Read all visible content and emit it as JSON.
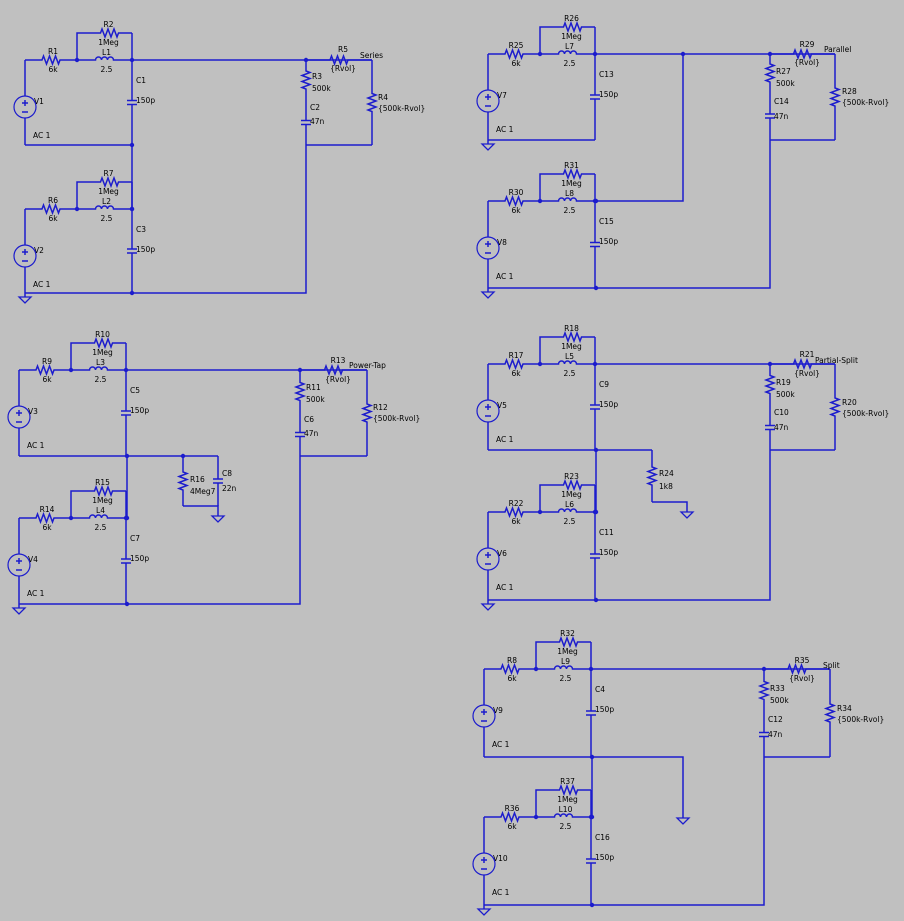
{
  "schematic": {
    "circuits": [
      {
        "name": "Series",
        "src_top": {
          "v": "V1",
          "r": "R1",
          "rv": "6k",
          "rp": "R2",
          "rpv": "1Meg",
          "l": "L1",
          "lv": "2.5",
          "c": "C1",
          "cv": "150p"
        },
        "src_bot": {
          "v": "V2",
          "r": "R6",
          "rv": "6k",
          "rp": "R7",
          "rpv": "1Meg",
          "l": "L2",
          "lv": "2.5",
          "c": "C3",
          "cv": "150p"
        },
        "ac": "AC 1",
        "pot": {
          "ra": "R5",
          "rav": "{Rvol}",
          "rb": "R4",
          "rbv": "{500k-Rvol}"
        },
        "tone": {
          "r": "R3",
          "rv": "500k",
          "c": "C2",
          "cv": "47n"
        }
      },
      {
        "name": "Parallel",
        "src_top": {
          "v": "V7",
          "r": "R25",
          "rv": "6k",
          "rp": "R26",
          "rpv": "1Meg",
          "l": "L7",
          "lv": "2.5",
          "c": "C13",
          "cv": "150p"
        },
        "src_bot": {
          "v": "V8",
          "r": "R30",
          "rv": "6k",
          "rp": "R31",
          "rpv": "1Meg",
          "l": "L8",
          "lv": "2.5",
          "c": "C15",
          "cv": "150p"
        },
        "ac": "AC 1",
        "pot": {
          "ra": "R29",
          "rav": "{Rvol}",
          "rb": "R28",
          "rbv": "{500k-Rvol}"
        },
        "tone": {
          "r": "R27",
          "rv": "500k",
          "c": "C14",
          "cv": "47n"
        }
      },
      {
        "name": "Power-Tap",
        "src_top": {
          "v": "V3",
          "r": "R9",
          "rv": "6k",
          "rp": "R10",
          "rpv": "1Meg",
          "l": "L3",
          "lv": "2.5",
          "c": "C5",
          "cv": "150p"
        },
        "src_bot": {
          "v": "V4",
          "r": "R14",
          "rv": "6k",
          "rp": "R15",
          "rpv": "1Meg",
          "l": "L4",
          "lv": "2.5",
          "c": "C7",
          "cv": "150p"
        },
        "ac": "AC 1",
        "pot": {
          "ra": "R13",
          "rav": "{Rvol}",
          "rb": "R12",
          "rbv": "{500k-Rvol}"
        },
        "tone": {
          "r": "R11",
          "rv": "500k",
          "c": "C6",
          "cv": "47n"
        },
        "tap": {
          "r": "R16",
          "rv": "4Meg7",
          "c": "C8",
          "cv": "22n"
        }
      },
      {
        "name": "Partial-Split",
        "src_top": {
          "v": "V5",
          "r": "R17",
          "rv": "6k",
          "rp": "R18",
          "rpv": "1Meg",
          "l": "L5",
          "lv": "2.5",
          "c": "C9",
          "cv": "150p"
        },
        "src_bot": {
          "v": "V6",
          "r": "R22",
          "rv": "6k",
          "rp": "R23",
          "rpv": "1Meg",
          "l": "L6",
          "lv": "2.5",
          "c": "C11",
          "cv": "150p"
        },
        "ac": "AC 1",
        "pot": {
          "ra": "R21",
          "rav": "{Rvol}",
          "rb": "R20",
          "rbv": "{500k-Rvol}"
        },
        "tone": {
          "r": "R19",
          "rv": "500k",
          "c": "C10",
          "cv": "47n"
        },
        "tap": {
          "r": "R24",
          "rv": "1k8"
        }
      },
      {
        "name": "Split",
        "src_top": {
          "v": "V9",
          "r": "R8",
          "rv": "6k",
          "rp": "R32",
          "rpv": "1Meg",
          "l": "L9",
          "lv": "2.5",
          "c": "C4",
          "cv": "150p"
        },
        "src_bot": {
          "v": "V10",
          "r": "R36",
          "rv": "6k",
          "rp": "R37",
          "rpv": "1Meg",
          "l": "L10",
          "lv": "2.5",
          "c": "C16",
          "cv": "150p"
        },
        "ac": "AC 1",
        "pot": {
          "ra": "R35",
          "rav": "{Rvol}",
          "rb": "R34",
          "rbv": "{500k-Rvol}"
        },
        "tone": {
          "r": "R33",
          "rv": "500k",
          "c": "C12",
          "cv": "47n"
        }
      }
    ]
  },
  "colors": {
    "background": "#c0c0c0",
    "wire": "#1c1ccd",
    "text": "#000000"
  }
}
